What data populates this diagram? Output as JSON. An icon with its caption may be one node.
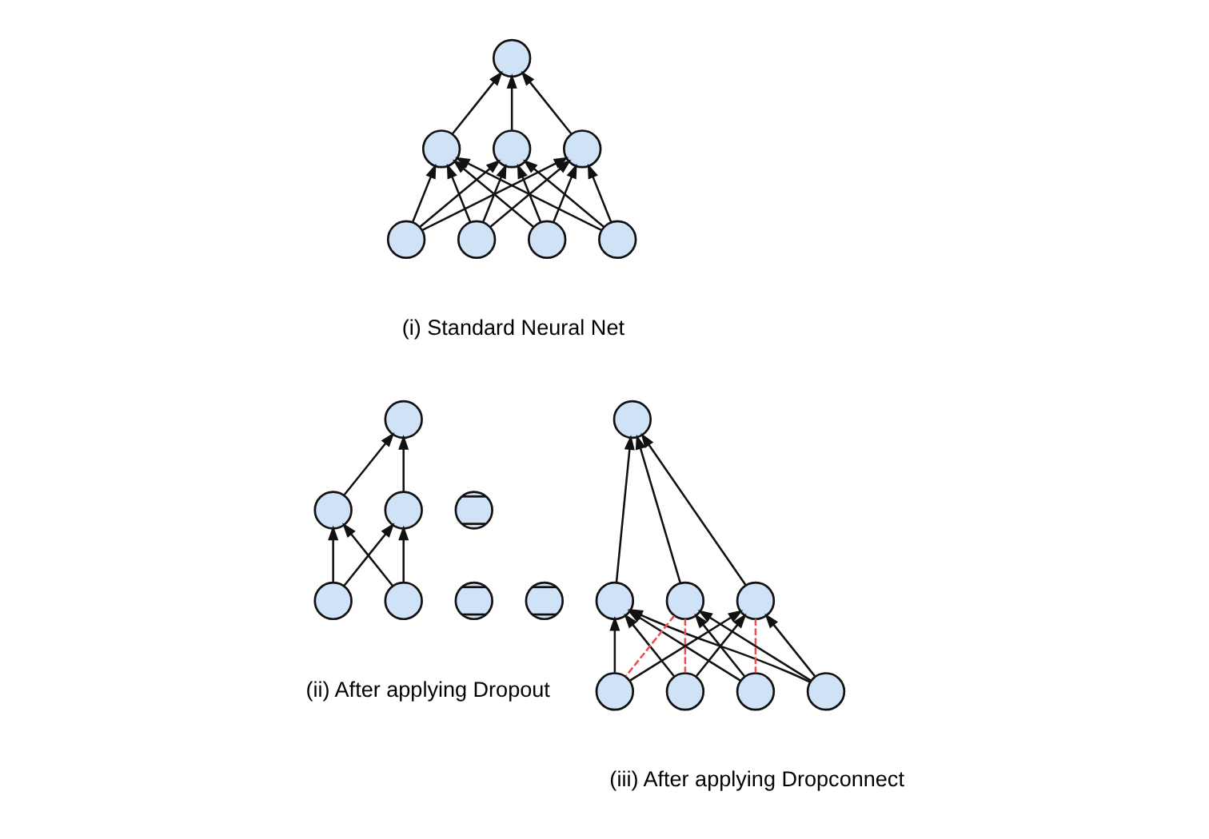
{
  "diagram": {
    "nodes": [
      {
        "text": [],
        "shape": "circle"
      },
      {
        "text": [],
        "shape": "circle"
      },
      {
        "text": [],
        "shape": "circle"
      },
      {
        "text": [],
        "shape": "circle"
      },
      {
        "text": [],
        "shape": "circle"
      },
      {
        "text": [],
        "shape": "circle"
      },
      {
        "text": [],
        "shape": "circle"
      },
      {
        "text": [],
        "shape": "circle"
      },
      {
        "text": [],
        "shape": "circle"
      },
      {
        "text": [],
        "shape": "circle"
      },
      {
        "text": [],
        "shape": "circle"
      },
      {
        "text": [],
        "shape": "circle"
      },
      {
        "text": [],
        "shape": "circle"
      },
      {
        "text": [],
        "shape": "circle"
      },
      {
        "text": [],
        "shape": "circle"
      },
      {
        "text": [],
        "shape": "circle"
      },
      {
        "text": [],
        "shape": "circle"
      },
      {
        "text": [],
        "shape": "circle"
      },
      {
        "text": [],
        "shape": "circle"
      },
      {
        "text": [],
        "shape": "circle"
      },
      {
        "text": [],
        "shape": "circle"
      },
      {
        "text": [],
        "shape": "circle"
      },
      {
        "text": [],
        "shape": "circle"
      },
      {
        "text": [],
        "shape": "circle"
      }
    ],
    "edges": [
      {
        "from": 1,
        "to": 0,
        "arrow": "to"
      },
      {
        "from": 2,
        "to": 0,
        "arrow": "to"
      },
      {
        "from": 3,
        "to": 0,
        "arrow": "to"
      },
      {
        "from": 4,
        "to": 1,
        "arrow": "to"
      },
      {
        "from": 4,
        "to": 2,
        "arrow": "to"
      },
      {
        "from": 4,
        "to": 3,
        "arrow": "to"
      },
      {
        "from": 5,
        "to": 1,
        "arrow": "to"
      },
      {
        "from": 5,
        "to": 2,
        "arrow": "to"
      },
      {
        "from": 5,
        "to": 3,
        "arrow": "to"
      },
      {
        "from": 6,
        "to": 1,
        "arrow": "to"
      },
      {
        "from": 6,
        "to": 2,
        "arrow": "to"
      },
      {
        "from": 6,
        "to": 3,
        "arrow": "to"
      },
      {
        "from": 7,
        "to": 1,
        "arrow": "to"
      },
      {
        "from": 7,
        "to": 2,
        "arrow": "to"
      },
      {
        "from": 7,
        "to": 3,
        "arrow": "to"
      },
      {
        "from": 9,
        "to": 8,
        "arrow": "to"
      },
      {
        "from": 11,
        "to": 8,
        "arrow": "to"
      },
      {
        "from": 12,
        "to": 9,
        "arrow": "to"
      },
      {
        "from": 12,
        "to": 11,
        "arrow": "to"
      },
      {
        "from": 14,
        "to": 9,
        "arrow": "to"
      },
      {
        "from": 14,
        "to": 11,
        "arrow": "to"
      },
      {
        "from": 17,
        "to": 16,
        "arrow": "to"
      },
      {
        "from": 18,
        "to": 16,
        "arrow": "to"
      },
      {
        "from": 19,
        "to": 16,
        "arrow": "to"
      },
      {
        "from": 20,
        "to": 17,
        "arrow": "to"
      },
      {
        "from": 20,
        "to": 18,
        "arrow": "none",
        "style": "dashed",
        "color": "#e8504f"
      },
      {
        "from": 20,
        "to": 19,
        "arrow": "to"
      },
      {
        "from": 21,
        "to": 17,
        "arrow": "to"
      },
      {
        "from": 21,
        "to": 18,
        "arrow": "to"
      },
      {
        "from": 21,
        "to": 19,
        "arrow": "none",
        "style": "dashed",
        "color": "#e8504f"
      },
      {
        "from": 22,
        "to": 17,
        "arrow": "to"
      },
      {
        "from": 22,
        "to": 18,
        "arrow": "to"
      },
      {
        "from": 22,
        "to": 19,
        "arrow": "to"
      },
      {
        "from": 23,
        "to": 17,
        "arrow": "to"
      },
      {
        "from": 23,
        "to": 18,
        "arrow": "none",
        "style": "dashed",
        "color": "#e8504f"
      },
      {
        "from": 23,
        "to": 19,
        "arrow": "to"
      }
    ],
    "labels": [
      "(i) Standard Neural Net",
      "(ii) After applying Dropout",
      "(iii) After applying Dropconnect"
    ]
  }
}
